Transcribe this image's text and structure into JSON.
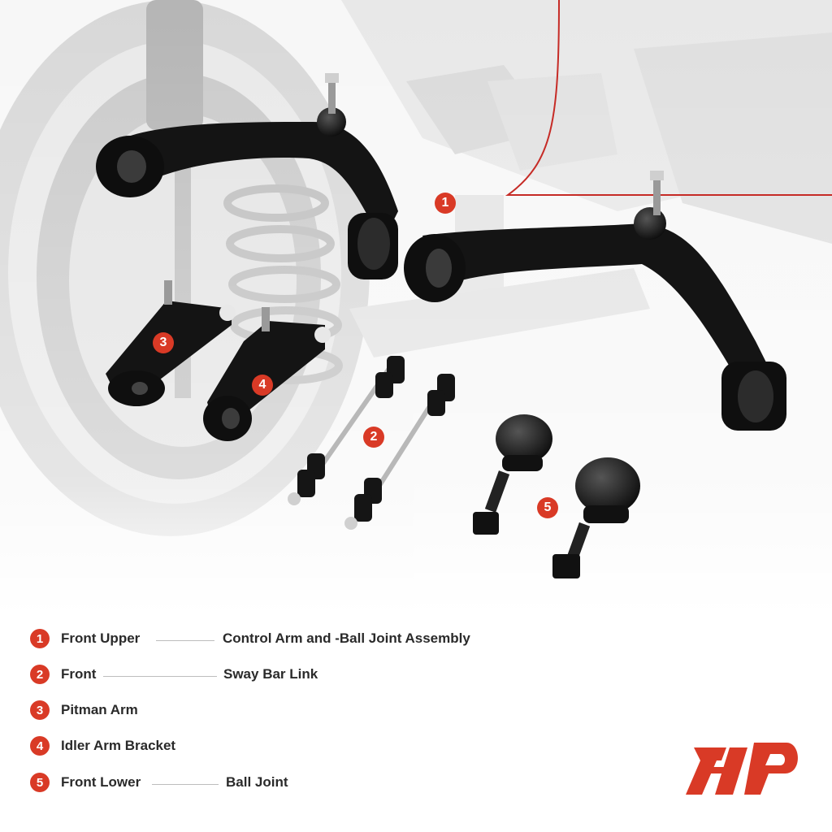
{
  "theme": {
    "accent": "#d93a26",
    "text": "#2a2a2a",
    "rule": "#bdbdbd"
  },
  "callouts": [
    "1",
    "2",
    "3",
    "4",
    "5"
  ],
  "legend": [
    {
      "number": "1",
      "label": "Front Upper",
      "description": "Control Arm and -Ball Joint Assembly"
    },
    {
      "number": "2",
      "label": "Front",
      "description": "Sway Bar Link"
    },
    {
      "number": "3",
      "label": "Pitman Arm",
      "description": ""
    },
    {
      "number": "4",
      "label": "Idler Arm Bracket",
      "description": ""
    },
    {
      "number": "5",
      "label": "Front Lower",
      "description": "Ball Joint"
    }
  ],
  "logo": {
    "name": "brand-logo-icon"
  }
}
